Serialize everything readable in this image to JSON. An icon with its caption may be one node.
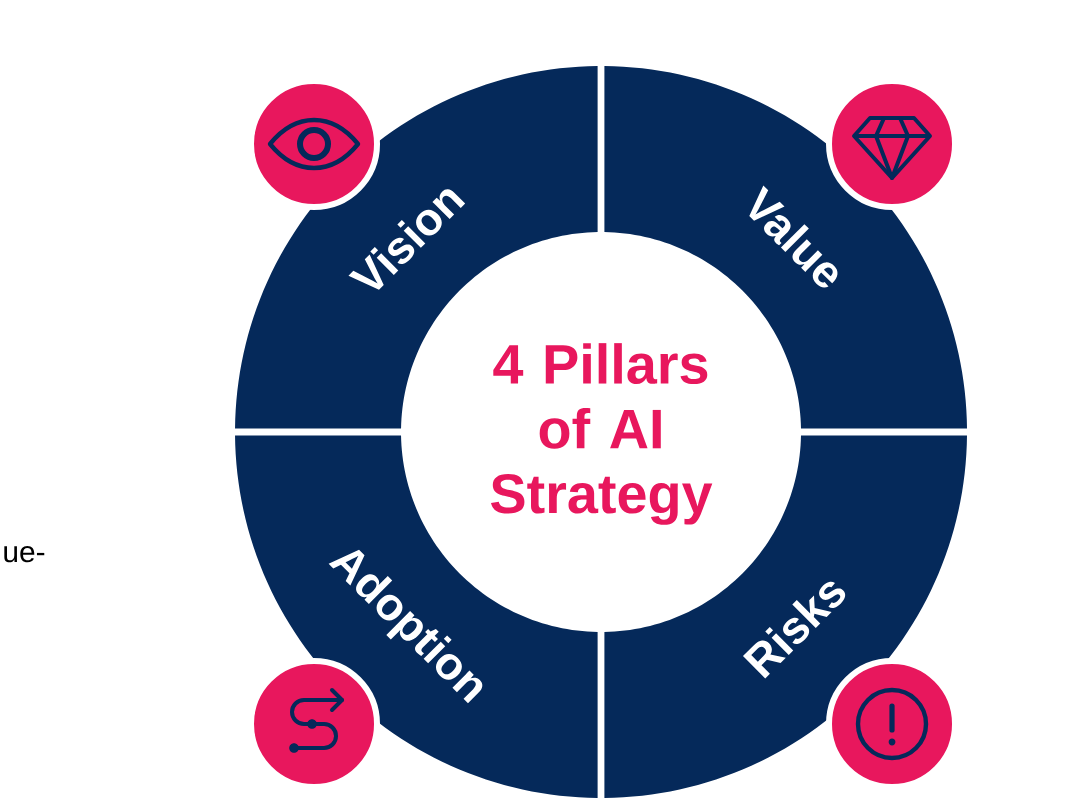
{
  "diagram": {
    "nodes": [
      {
        "text": [
          "4 Pillars of AI Strategy"
        ]
      },
      {
        "text": [
          "Vision"
        ]
      },
      {
        "text": [
          "Value"
        ]
      },
      {
        "text": [
          "Adoption"
        ]
      },
      {
        "text": [
          "Risks"
        ]
      }
    ],
    "labels": [
      "ue-"
    ]
  }
}
